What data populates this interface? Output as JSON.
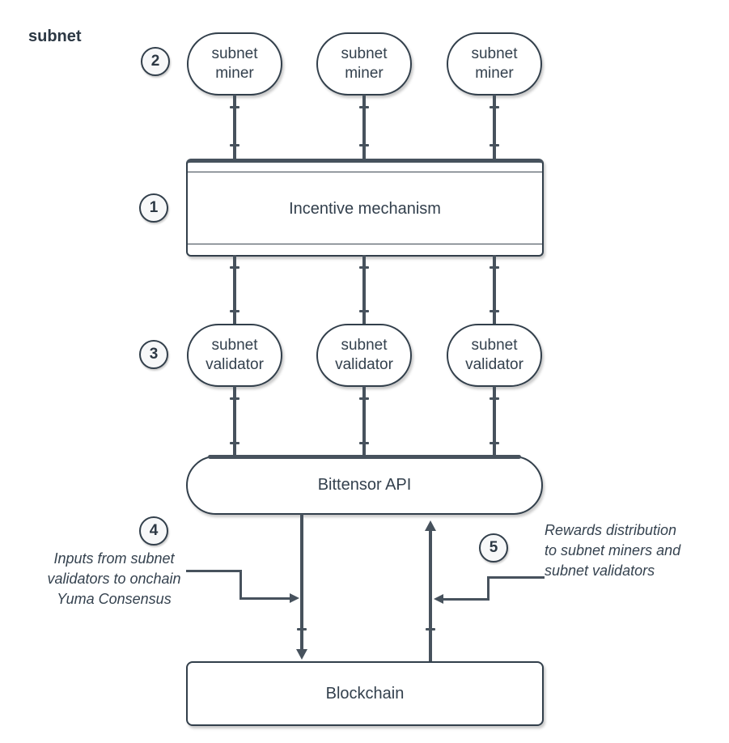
{
  "corner_label": "subnet",
  "badges": [
    {
      "number": "1"
    },
    {
      "number": "2"
    },
    {
      "number": "3"
    },
    {
      "number": "4"
    },
    {
      "number": "5"
    }
  ],
  "nodes": {
    "miners": [
      {
        "label": "subnet\nminer"
      },
      {
        "label": "subnet\nminer"
      },
      {
        "label": "subnet\nminer"
      }
    ],
    "incentive": {
      "label": "Incentive mechanism"
    },
    "validators": [
      {
        "label": "subnet\nvalidator"
      },
      {
        "label": "subnet\nvalidator"
      },
      {
        "label": "subnet\nvalidator"
      }
    ],
    "api": {
      "label": "Bittensor API"
    },
    "blockchain": {
      "label": "Blockchain"
    }
  },
  "annotations": {
    "left": {
      "text": "Inputs from subnet\nvalidators to onchain\nYuma Consensus"
    },
    "right": {
      "text": "Rewards distribution\nto subnet miners and\nsubnet validators"
    }
  },
  "colors": {
    "background": "#FFFFFF",
    "ink": "#33404D",
    "line": "#47525D",
    "node_border": "#323F4B",
    "node_fill": "#FFFFFF",
    "badge_fill": "#F7F8F9"
  }
}
